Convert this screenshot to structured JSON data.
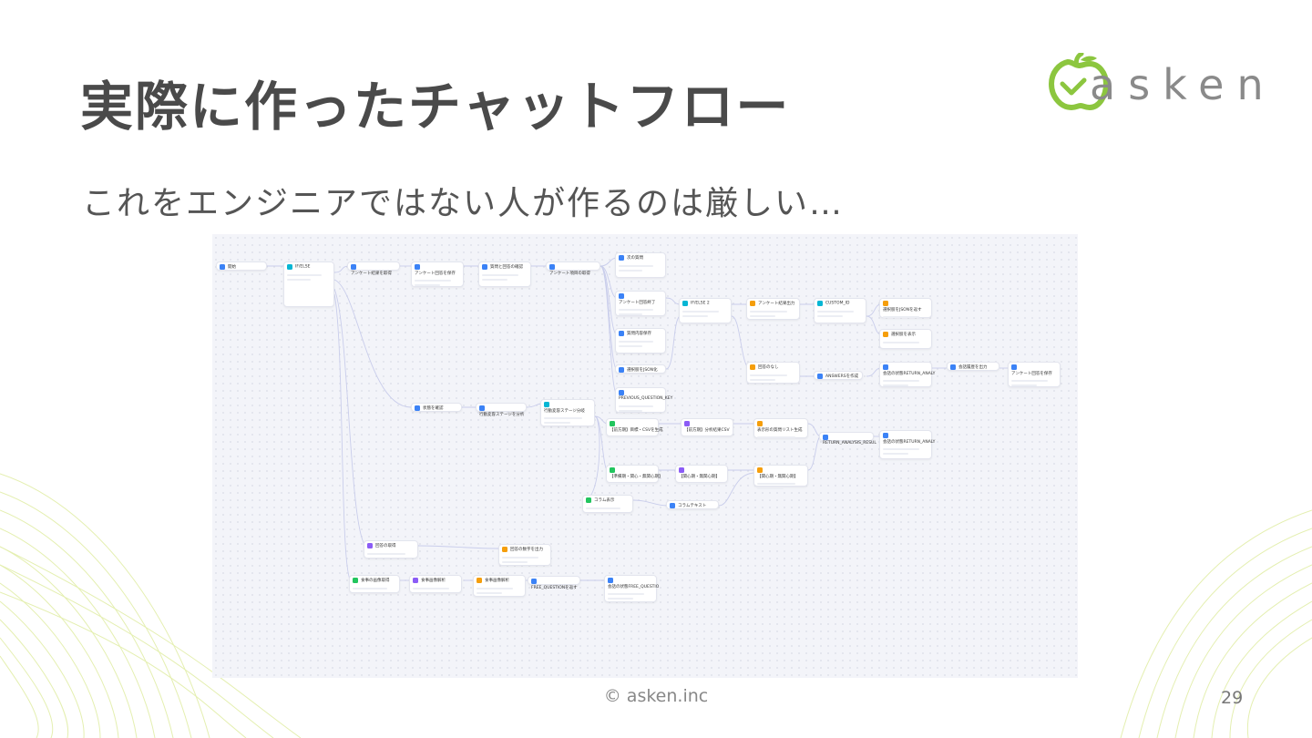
{
  "slide": {
    "title": "実際に作ったチャットフロー",
    "subtitle": "これをエンジニアではない人が作るのは厳しい…",
    "footer": "© asken.inc",
    "page_number": "29"
  },
  "logo": {
    "text": "asken",
    "icon": "apple-logo-icon",
    "color": "#8cc63f"
  },
  "colors": {
    "title": "#4a4a4a",
    "accent_green": "#8cc63f",
    "canvas_bg": "#f3f4f9",
    "edge": "#c9cdeb"
  },
  "flow": {
    "nodes": [
      {
        "id": "n1",
        "label": "開始",
        "color": "#3b82f6"
      },
      {
        "id": "n2",
        "label": "IF/ELSE",
        "color": "#06b6d4"
      },
      {
        "id": "n3",
        "label": "アンケート結果を取得",
        "color": "#3b82f6"
      },
      {
        "id": "n4",
        "label": "アンケート回答を保存",
        "color": "#3b82f6"
      },
      {
        "id": "n5",
        "label": "質問と回答の確認",
        "color": "#3b82f6"
      },
      {
        "id": "n6",
        "label": "アンケート項目の取得",
        "color": "#3b82f6"
      },
      {
        "id": "n7",
        "label": "次の質問",
        "color": "#3b82f6"
      },
      {
        "id": "n8",
        "label": "アンケート回答終了",
        "color": "#3b82f6"
      },
      {
        "id": "n9",
        "label": "質問内容保存",
        "color": "#3b82f6"
      },
      {
        "id": "n10",
        "label": "選択肢をJSON化",
        "color": "#3b82f6"
      },
      {
        "id": "n11",
        "label": "PREVIOUS_QUESTION_KEY",
        "color": "#3b82f6"
      },
      {
        "id": "n12",
        "label": "IF/ELSE 2",
        "color": "#06b6d4"
      },
      {
        "id": "n13",
        "label": "アンケート結果出力",
        "color": "#f59e0b"
      },
      {
        "id": "n14",
        "label": "CUSTOM_ID",
        "color": "#06b6d4"
      },
      {
        "id": "n15",
        "label": "選択肢をJSONを返す",
        "color": "#f59e0b"
      },
      {
        "id": "n16",
        "label": "選択肢を表示",
        "color": "#f59e0b"
      },
      {
        "id": "n17",
        "label": "回答のなし",
        "color": "#f59e0b"
      },
      {
        "id": "n18",
        "label": "ANSWERSを作成",
        "color": "#3b82f6"
      },
      {
        "id": "n19",
        "label": "会話の状態RETURN_ANALY",
        "color": "#3b82f6"
      },
      {
        "id": "n20",
        "label": "会話履歴を出力",
        "color": "#3b82f6"
      },
      {
        "id": "n21",
        "label": "アンケート回答を保存",
        "color": "#3b82f6"
      },
      {
        "id": "n22",
        "label": "状態を確認",
        "color": "#3b82f6"
      },
      {
        "id": "n23",
        "label": "行動変容ステージを分析",
        "color": "#3b82f6"
      },
      {
        "id": "n24",
        "label": "行動変容ステージ分岐",
        "color": "#06b6d4"
      },
      {
        "id": "n25",
        "label": "【前方期】目標・CSVを生成",
        "color": "#22c55e"
      },
      {
        "id": "n26",
        "label": "【前方期】分析結果CSV",
        "color": "#8b5cf6"
      },
      {
        "id": "n27",
        "label": "表示形の質問リスト生成",
        "color": "#f59e0b"
      },
      {
        "id": "n28",
        "label": "RETURN_ANALYSIS_RESUL",
        "color": "#3b82f6"
      },
      {
        "id": "n29",
        "label": "会話の状態RETURN_ANALY",
        "color": "#3b82f6"
      },
      {
        "id": "n30",
        "label": "【準備期・関心・無関心期】",
        "color": "#22c55e"
      },
      {
        "id": "n31",
        "label": "【関心期・無関心期】",
        "color": "#8b5cf6"
      },
      {
        "id": "n32",
        "label": "【関心期・無関心期】",
        "color": "#f59e0b"
      },
      {
        "id": "n33",
        "label": "コラム表示",
        "color": "#22c55e"
      },
      {
        "id": "n34",
        "label": "コラムテキスト",
        "color": "#3b82f6"
      },
      {
        "id": "n35",
        "label": "回答の取得",
        "color": "#8b5cf6"
      },
      {
        "id": "n36",
        "label": "回答の数字を出力",
        "color": "#f59e0b"
      },
      {
        "id": "n37",
        "label": "食事の画像取得",
        "color": "#22c55e"
      },
      {
        "id": "n38",
        "label": "食事画像解析",
        "color": "#8b5cf6"
      },
      {
        "id": "n39",
        "label": "食事画像解析",
        "color": "#f59e0b"
      },
      {
        "id": "n40",
        "label": "FREE_QUESTIONを返す",
        "color": "#3b82f6"
      },
      {
        "id": "n41",
        "label": "会話の状態FREE_QUESTIO",
        "color": "#3b82f6"
      }
    ]
  }
}
